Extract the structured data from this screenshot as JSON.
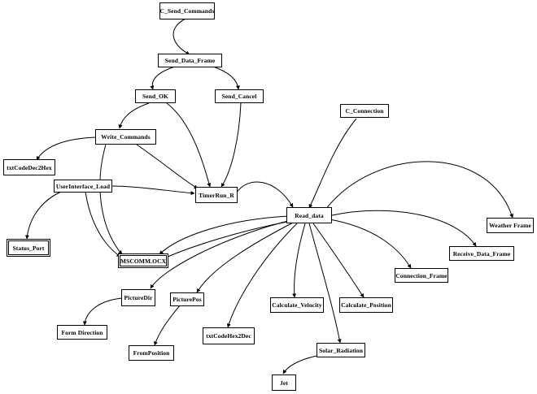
{
  "nodes": {
    "c_send_commands": "C_Send_Commands",
    "send_data_frame": "Send_Data_Frame",
    "send_ok": "Send_OK",
    "send_cancel": "Send_Cancel",
    "c_connection": "C_Connection",
    "write_commands": "Write_Commands",
    "txt_code_dec2hex": "txtCodeDec2Hex",
    "userinterface_load": "UserInterface_Load",
    "timerrun_r": "TimerRun_R",
    "read_data": "Read_data",
    "weather_frame": "Weather Frame",
    "status_port": "Status_Port",
    "mscomm_ocx": "MSCOMM.OCX",
    "receive_data_frame": "Receive_Data_Frame",
    "connection_frame": "Connection_Frame",
    "picture_dir": "PictureDir",
    "picture_pos": "PicturePos",
    "calculate_velocity": "Calculate_Velocity",
    "calculate_position": "Calculate_Position",
    "form_direction": "Form Direction",
    "form_position": "FromPosition",
    "txt_code_hex2dec": "txtCodeHex2Dec",
    "solar_radiation": "Solar_Radiation",
    "jet": "Jet"
  }
}
